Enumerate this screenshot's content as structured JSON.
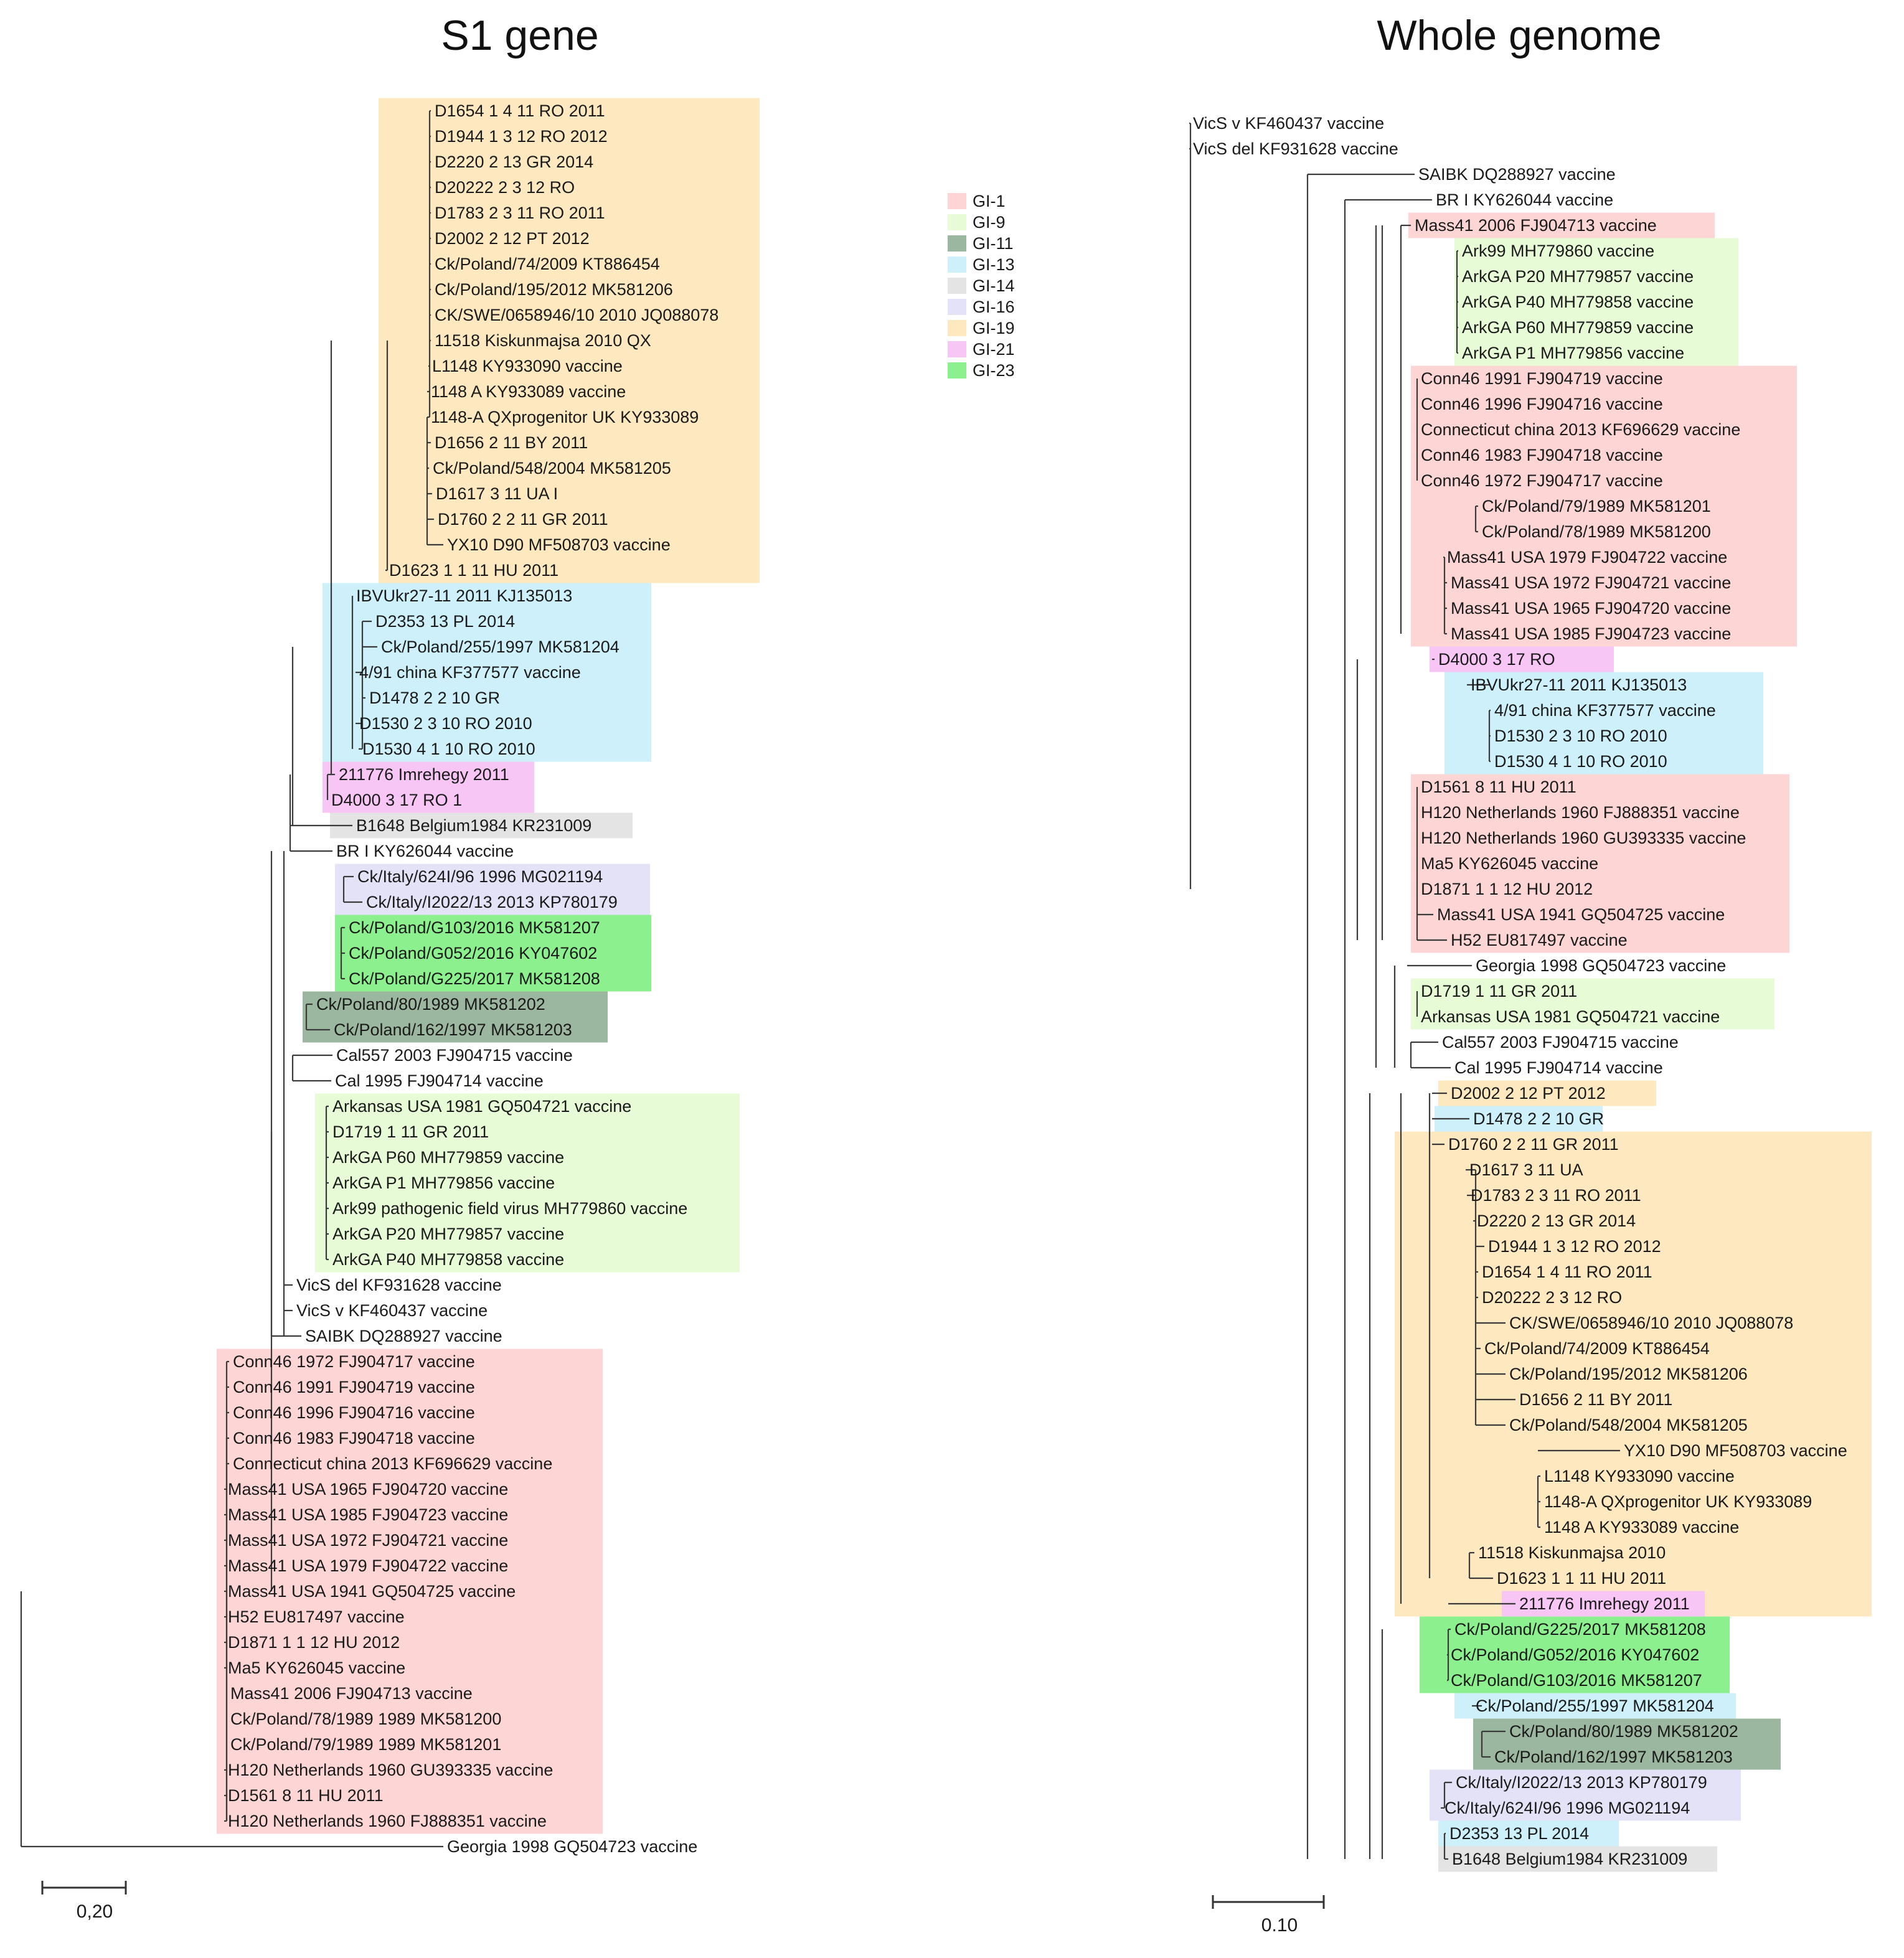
{
  "colors": {
    "GI-1": "#fdd5d5",
    "GI-9": "#e7fbd6",
    "GI-11": "#9cb79f",
    "GI-13": "#cdf0fb",
    "GI-14": "#e4e4e4",
    "GI-16": "#e4e2f6",
    "GI-19": "#fde8c0",
    "GI-21": "#f7c6f4",
    "GI-23": "#8df08e"
  },
  "legend": [
    "GI-1",
    "GI-9",
    "GI-11",
    "GI-13",
    "GI-14",
    "GI-16",
    "GI-19",
    "GI-21",
    "GI-23"
  ],
  "s1": {
    "title": "S1 gene",
    "scale_label": "0,20",
    "leaves": [
      {
        "label": "D1654 1 4 11 RO 2011",
        "group": "GI-19"
      },
      {
        "label": "D1944 1 3 12 RO 2012",
        "group": "GI-19"
      },
      {
        "label": "D2220 2 13 GR 2014",
        "group": "GI-19"
      },
      {
        "label": "D20222 2 3 12 RO",
        "group": "GI-19"
      },
      {
        "label": "D1783 2 3 11 RO 2011",
        "group": "GI-19"
      },
      {
        "label": "D2002 2 12 PT 2012",
        "group": "GI-19"
      },
      {
        "label": "Ck/Poland/74/2009 KT886454",
        "group": "GI-19"
      },
      {
        "label": "Ck/Poland/195/2012 MK581206",
        "group": "GI-19"
      },
      {
        "label": "CK/SWE/0658946/10 2010 JQ088078",
        "group": "GI-19"
      },
      {
        "label": "11518 Kiskunmajsa 2010 QX",
        "group": "GI-19"
      },
      {
        "label": "L1148 KY933090 vaccine",
        "group": "GI-19"
      },
      {
        "label": "1148 A KY933089 vaccine",
        "group": "GI-19"
      },
      {
        "label": "1148-A QXprogenitor UK KY933089",
        "group": "GI-19"
      },
      {
        "label": "D1656 2 11 BY 2011",
        "group": "GI-19"
      },
      {
        "label": "Ck/Poland/548/2004 MK581205",
        "group": "GI-19"
      },
      {
        "label": "D1617 3 11 UA I",
        "group": "GI-19"
      },
      {
        "label": "D1760 2 2 11 GR 2011",
        "group": "GI-19"
      },
      {
        "label": "YX10 D90 MF508703 vaccine",
        "group": "GI-19"
      },
      {
        "label": "D1623 1 1 11 HU 2011",
        "group": "GI-19"
      },
      {
        "label": "IBVUkr27-11 2011 KJ135013",
        "group": "GI-13"
      },
      {
        "label": "D2353 13 PL 2014",
        "group": "GI-13"
      },
      {
        "label": "Ck/Poland/255/1997 MK581204",
        "group": "GI-13"
      },
      {
        "label": "4/91 china KF377577 vaccine",
        "group": "GI-13"
      },
      {
        "label": "D1478 2 2 10 GR",
        "group": "GI-13"
      },
      {
        "label": "D1530 2 3 10 RO 2010",
        "group": "GI-13"
      },
      {
        "label": "D1530 4 1 10 RO 2010",
        "group": "GI-13"
      },
      {
        "label": "211776 Imrehegy 2011",
        "group": "GI-21"
      },
      {
        "label": "D4000 3 17 RO 1",
        "group": "GI-21"
      },
      {
        "label": "B1648 Belgium1984 KR231009",
        "group": "GI-14"
      },
      {
        "label": "BR I KY626044 vaccine",
        "group": ""
      },
      {
        "label": "Ck/Italy/624I/96 1996 MG021194",
        "group": "GI-16"
      },
      {
        "label": "Ck/Italy/I2022/13 2013 KP780179",
        "group": "GI-16"
      },
      {
        "label": "Ck/Poland/G103/2016 MK581207",
        "group": "GI-23"
      },
      {
        "label": "Ck/Poland/G052/2016 KY047602",
        "group": "GI-23"
      },
      {
        "label": "Ck/Poland/G225/2017 MK581208",
        "group": "GI-23"
      },
      {
        "label": "Ck/Poland/80/1989 MK581202",
        "group": "GI-11"
      },
      {
        "label": "Ck/Poland/162/1997 MK581203",
        "group": "GI-11"
      },
      {
        "label": "Cal557 2003 FJ904715 vaccine",
        "group": ""
      },
      {
        "label": "Cal 1995 FJ904714 vaccine",
        "group": ""
      },
      {
        "label": "Arkansas USA 1981 GQ504721 vaccine",
        "group": "GI-9"
      },
      {
        "label": "D1719 1 11 GR 2011",
        "group": "GI-9"
      },
      {
        "label": "ArkGA P60 MH779859 vaccine",
        "group": "GI-9"
      },
      {
        "label": "ArkGA P1 MH779856 vaccine",
        "group": "GI-9"
      },
      {
        "label": "Ark99 pathogenic field virus MH779860 vaccine",
        "group": "GI-9"
      },
      {
        "label": "ArkGA P20 MH779857 vaccine",
        "group": "GI-9"
      },
      {
        "label": "ArkGA P40 MH779858 vaccine",
        "group": "GI-9"
      },
      {
        "label": "VicS del KF931628 vaccine",
        "group": ""
      },
      {
        "label": "VicS v KF460437 vaccine",
        "group": ""
      },
      {
        "label": "SAIBK DQ288927 vaccine",
        "group": ""
      },
      {
        "label": "Conn46 1972 FJ904717 vaccine",
        "group": "GI-1"
      },
      {
        "label": "Conn46 1991 FJ904719 vaccine",
        "group": "GI-1"
      },
      {
        "label": "Conn46 1996 FJ904716 vaccine",
        "group": "GI-1"
      },
      {
        "label": "Conn46 1983 FJ904718 vaccine",
        "group": "GI-1"
      },
      {
        "label": "Connecticut china 2013 KF696629 vaccine",
        "group": "GI-1"
      },
      {
        "label": "Mass41 USA 1965 FJ904720 vaccine",
        "group": "GI-1"
      },
      {
        "label": "Mass41 USA 1985 FJ904723 vaccine",
        "group": "GI-1"
      },
      {
        "label": "Mass41 USA 1972 FJ904721 vaccine",
        "group": "GI-1"
      },
      {
        "label": "Mass41 USA 1979 FJ904722 vaccine",
        "group": "GI-1"
      },
      {
        "label": "Mass41 USA 1941 GQ504725 vaccine",
        "group": "GI-1"
      },
      {
        "label": "H52 EU817497 vaccine",
        "group": "GI-1"
      },
      {
        "label": "D1871 1 1 12 HU 2012",
        "group": "GI-1"
      },
      {
        "label": "Ma5 KY626045 vaccine",
        "group": "GI-1"
      },
      {
        "label": "Mass41 2006 FJ904713 vaccine",
        "group": "GI-1"
      },
      {
        "label": "Ck/Poland/78/1989 1989 MK581200",
        "group": "GI-1"
      },
      {
        "label": "Ck/Poland/79/1989 1989 MK581201",
        "group": "GI-1"
      },
      {
        "label": "H120 Netherlands 1960 GU393335 vaccine",
        "group": "GI-1"
      },
      {
        "label": "D1561 8 11 HU 2011",
        "group": "GI-1"
      },
      {
        "label": "H120 Netherlands 1960 FJ888351 vaccine",
        "group": "GI-1"
      },
      {
        "label": "Georgia 1998 GQ504723 vaccine",
        "group": ""
      }
    ]
  },
  "wg": {
    "title": "Whole genome",
    "scale_label": "0.10",
    "leaves": [
      {
        "label": "VicS v KF460437 vaccine",
        "group": ""
      },
      {
        "label": "VicS del KF931628 vaccine",
        "group": ""
      },
      {
        "label": "SAIBK DQ288927 vaccine",
        "group": ""
      },
      {
        "label": "BR I KY626044 vaccine",
        "group": ""
      },
      {
        "label": "Mass41 2006 FJ904713 vaccine",
        "group": "GI-1"
      },
      {
        "label": "Ark99 MH779860 vaccine",
        "group": "GI-9"
      },
      {
        "label": "ArkGA P20 MH779857 vaccine",
        "group": "GI-9"
      },
      {
        "label": "ArkGA P40 MH779858 vaccine",
        "group": "GI-9"
      },
      {
        "label": "ArkGA P60 MH779859 vaccine",
        "group": "GI-9"
      },
      {
        "label": "ArkGA P1 MH779856 vaccine",
        "group": "GI-9"
      },
      {
        "label": "Conn46 1991 FJ904719 vaccine",
        "group": "GI-1"
      },
      {
        "label": "Conn46 1996 FJ904716 vaccine",
        "group": "GI-1"
      },
      {
        "label": "Connecticut china 2013 KF696629 vaccine",
        "group": "GI-1"
      },
      {
        "label": "Conn46 1983 FJ904718 vaccine",
        "group": "GI-1"
      },
      {
        "label": "Conn46 1972 FJ904717 vaccine",
        "group": "GI-1"
      },
      {
        "label": "Ck/Poland/79/1989 MK581201",
        "group": "GI-1"
      },
      {
        "label": "Ck/Poland/78/1989 MK581200",
        "group": "GI-1"
      },
      {
        "label": "Mass41 USA 1979 FJ904722 vaccine",
        "group": "GI-1"
      },
      {
        "label": "Mass41 USA 1972 FJ904721 vaccine",
        "group": "GI-1"
      },
      {
        "label": "Mass41 USA 1965 FJ904720 vaccine",
        "group": "GI-1"
      },
      {
        "label": "Mass41 USA 1985 FJ904723 vaccine",
        "group": "GI-1"
      },
      {
        "label": "D4000 3 17 RO",
        "group": "GI-21"
      },
      {
        "label": "IBVUkr27-11 2011 KJ135013",
        "group": "GI-13"
      },
      {
        "label": "4/91 china KF377577 vaccine",
        "group": "GI-13"
      },
      {
        "label": "D1530 2 3 10 RO 2010",
        "group": "GI-13"
      },
      {
        "label": "D1530 4 1 10 RO 2010",
        "group": "GI-13"
      },
      {
        "label": "D1561 8 11 HU 2011",
        "group": "GI-1"
      },
      {
        "label": "H120 Netherlands 1960 FJ888351 vaccine",
        "group": "GI-1"
      },
      {
        "label": "H120 Netherlands 1960 GU393335 vaccine",
        "group": "GI-1"
      },
      {
        "label": "Ma5 KY626045 vaccine",
        "group": "GI-1"
      },
      {
        "label": "D1871 1 1 12 HU 2012",
        "group": "GI-1"
      },
      {
        "label": "Mass41 USA 1941 GQ504725 vaccine",
        "group": "GI-1"
      },
      {
        "label": "H52 EU817497 vaccine",
        "group": "GI-1"
      },
      {
        "label": "Georgia 1998 GQ504723 vaccine",
        "group": ""
      },
      {
        "label": "D1719 1 11 GR 2011",
        "group": "GI-9"
      },
      {
        "label": "Arkansas USA 1981 GQ504721 vaccine",
        "group": "GI-9"
      },
      {
        "label": "Cal557 2003 FJ904715 vaccine",
        "group": ""
      },
      {
        "label": "Cal 1995 FJ904714 vaccine",
        "group": ""
      },
      {
        "label": "D2002 2 12 PT 2012",
        "group": "GI-19"
      },
      {
        "label": "D1478 2 2 10 GR",
        "group": "GI-13"
      },
      {
        "label": "D1760 2 2 11 GR 2011",
        "group": "GI-19"
      },
      {
        "label": "D1617 3 11 UA",
        "group": "GI-19"
      },
      {
        "label": "D1783 2 3 11 RO 2011",
        "group": "GI-19"
      },
      {
        "label": "D2220 2 13 GR 2014",
        "group": "GI-19"
      },
      {
        "label": "D1944 1 3 12 RO 2012",
        "group": "GI-19"
      },
      {
        "label": "D1654 1 4 11 RO 2011",
        "group": "GI-19"
      },
      {
        "label": "D20222 2 3 12 RO",
        "group": "GI-19"
      },
      {
        "label": "CK/SWE/0658946/10 2010 JQ088078",
        "group": "GI-19"
      },
      {
        "label": "Ck/Poland/74/2009 KT886454",
        "group": "GI-19"
      },
      {
        "label": "Ck/Poland/195/2012 MK581206",
        "group": "GI-19"
      },
      {
        "label": "D1656 2 11 BY 2011",
        "group": "GI-19"
      },
      {
        "label": "Ck/Poland/548/2004 MK581205",
        "group": "GI-19"
      },
      {
        "label": "YX10 D90 MF508703 vaccine",
        "group": "GI-19"
      },
      {
        "label": "L1148 KY933090 vaccine",
        "group": "GI-19"
      },
      {
        "label": "1148-A QXprogenitor UK KY933089",
        "group": "GI-19"
      },
      {
        "label": "1148 A KY933089 vaccine",
        "group": "GI-19"
      },
      {
        "label": "11518 Kiskunmajsa 2010",
        "group": "GI-19"
      },
      {
        "label": "D1623 1 1 11 HU 2011",
        "group": "GI-19"
      },
      {
        "label": "211776 Imrehegy 2011",
        "group": "GI-21"
      },
      {
        "label": "Ck/Poland/G225/2017 MK581208",
        "group": "GI-23"
      },
      {
        "label": "Ck/Poland/G052/2016 KY047602",
        "group": "GI-23"
      },
      {
        "label": "Ck/Poland/G103/2016 MK581207",
        "group": "GI-23"
      },
      {
        "label": "Ck/Poland/255/1997 MK581204",
        "group": "GI-13"
      },
      {
        "label": "Ck/Poland/80/1989 MK581202",
        "group": "GI-11"
      },
      {
        "label": "Ck/Poland/162/1997 MK581203",
        "group": "GI-11"
      },
      {
        "label": "Ck/Italy/I2022/13 2013 KP780179",
        "group": "GI-16"
      },
      {
        "label": "Ck/Italy/624I/96 1996 MG021194",
        "group": "GI-16"
      },
      {
        "label": "D2353 13 PL 2014",
        "group": "GI-13"
      },
      {
        "label": "B1648 Belgium1984 KR231009",
        "group": "GI-14"
      }
    ]
  }
}
